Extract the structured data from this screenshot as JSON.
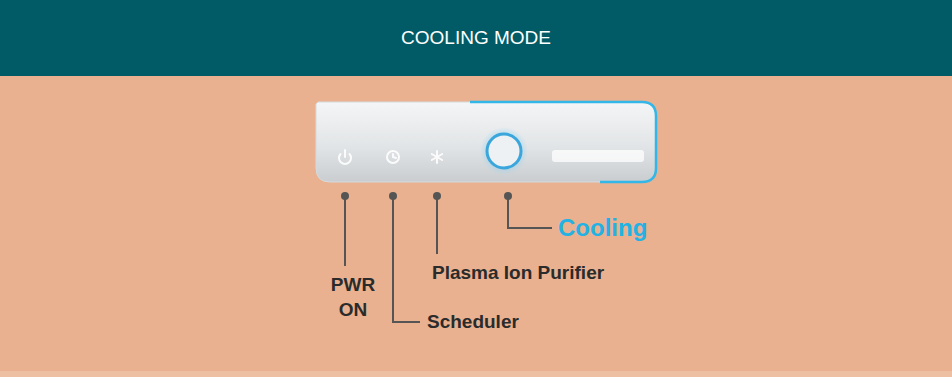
{
  "diagram": {
    "title": "COOLING MODE",
    "labels": [
      "PWR ON",
      "Scheduler",
      "Plasma Ion Purifier",
      "Cooling"
    ]
  }
}
